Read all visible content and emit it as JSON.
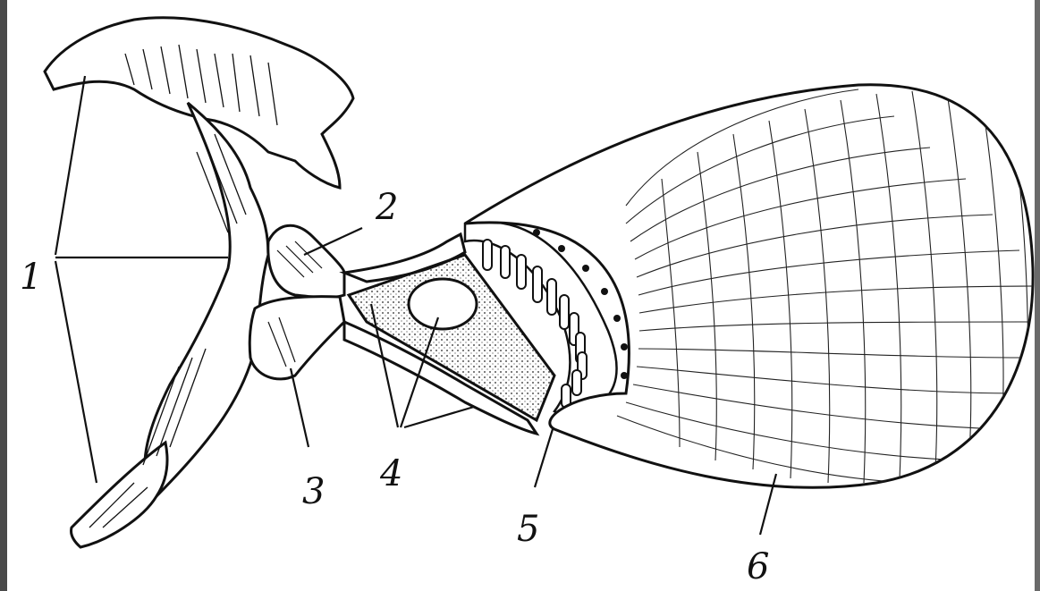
{
  "labels": {
    "l1": "1",
    "l2": "2",
    "l3": "3",
    "l4": "4",
    "l5": "5",
    "l6": "6"
  },
  "colors": {
    "ink": "#111111",
    "paper": "#ffffff",
    "frame": "#4a4a4a"
  }
}
